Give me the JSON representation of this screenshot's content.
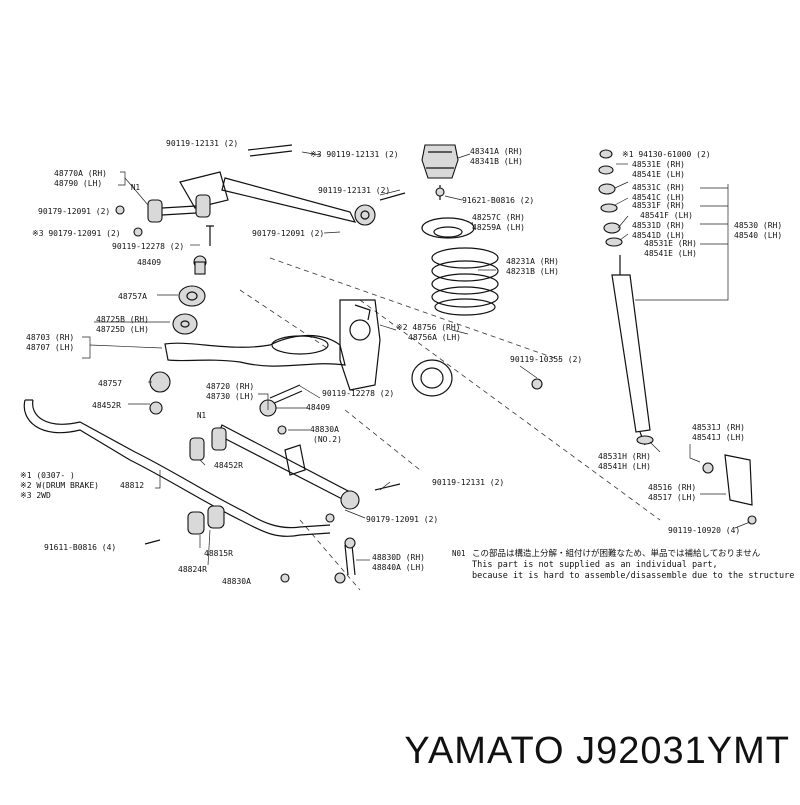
{
  "labels": {
    "l48770A": "48770A (RH)",
    "l48790": "48790  (LH)",
    "lN1a": "N1",
    "l90179_12091a": "90179-12091 (2)",
    "l90179_12091b": "※3 90179-12091 (2)",
    "l90119_12278a": "90119-12278 (2)",
    "l48409a": "48409",
    "l48757A": "48757A",
    "l48725B": "48725B (RH)",
    "l48725D": "48725D (LH)",
    "l48703": "48703 (RH)",
    "l48707": "48707 (LH)",
    "l48757": "48757",
    "l48452Ra": "48452R",
    "l48720": "48720 (RH)",
    "l48730": "48730 (LH)",
    "lN1b": "N1",
    "l48452Rb": "48452R",
    "l48812": "48812",
    "lnote1": "※1  (0307-      )",
    "lnote2": "※2 W(DRUM BRAKE)",
    "lnote3": "※3  2WD",
    "l91611": "91611-B0816 (4)",
    "l48815R": "48815R",
    "l48824R": "48824R",
    "l48830Aa": "48830A",
    "l90119_12131a": "90119-12131 (2)",
    "l90119_12131b": "※3 90119-12131 (2)",
    "l90119_12131c": "90119-12131 (2)",
    "l90179_12091c": "90179-12091 (2)",
    "l48409b": "48409",
    "l90119_12278b": "90119-12278 (2)",
    "l48756": "※2 48756  (RH)",
    "l48756A": "48756A (LH)",
    "l48830Ab": "48830A",
    "lNO2": "(NO.2)",
    "l90119_12131d": "90119-12131 (2)",
    "l90179_12091d": "90179-12091 (2)",
    "l48830D": "48830D (RH)",
    "l48840A": "48840A (LH)",
    "l48341A": "48341A (RH)",
    "l48341B": "48341B (LH)",
    "l91621": "91621-B0816 (2)",
    "l48257C": "48257C (RH)",
    "l48259A": "48259A (LH)",
    "l48231A": "48231A (RH)",
    "l48231B": "48231B (LH)",
    "l90119_10355": "90119-10355 (2)",
    "l94130": "※1 94130-61000 (2)",
    "l48531E_top": "48531E (RH)",
    "l48541E_top": "48541E (LH)",
    "l48531C": "48531C (RH)",
    "l48541C": "48541C (LH)",
    "l48531F": "48531F (RH)",
    "l48541F": "48541F (LH)",
    "l48531D": "48531D (RH)",
    "l48541D": "48541D (LH)",
    "l48531E_bot": "48531E (RH)",
    "l48541E_bot": "48541E (LH)",
    "l48530": "48530 (RH)",
    "l48540": "48540 (LH)",
    "l48531J": "48531J (RH)",
    "l48541J": "48541J (LH)",
    "l48531H": "48531H (RH)",
    "l48541H": "48541H (LH)",
    "l48516": "48516 (RH)",
    "l48517": "48517 (LH)",
    "l90119_10920": "90119-10920 (4)",
    "notice_tag": "N01",
    "notice_jp": "この部品は構造上分解・組付けが困難なため、単品では補給しておりません",
    "notice_en1": "This part is not supplied as an individual part,",
    "notice_en2": "because it is hard to assemble/disassemble due to the structure"
  },
  "caption": "YAMATO J92031YMT"
}
